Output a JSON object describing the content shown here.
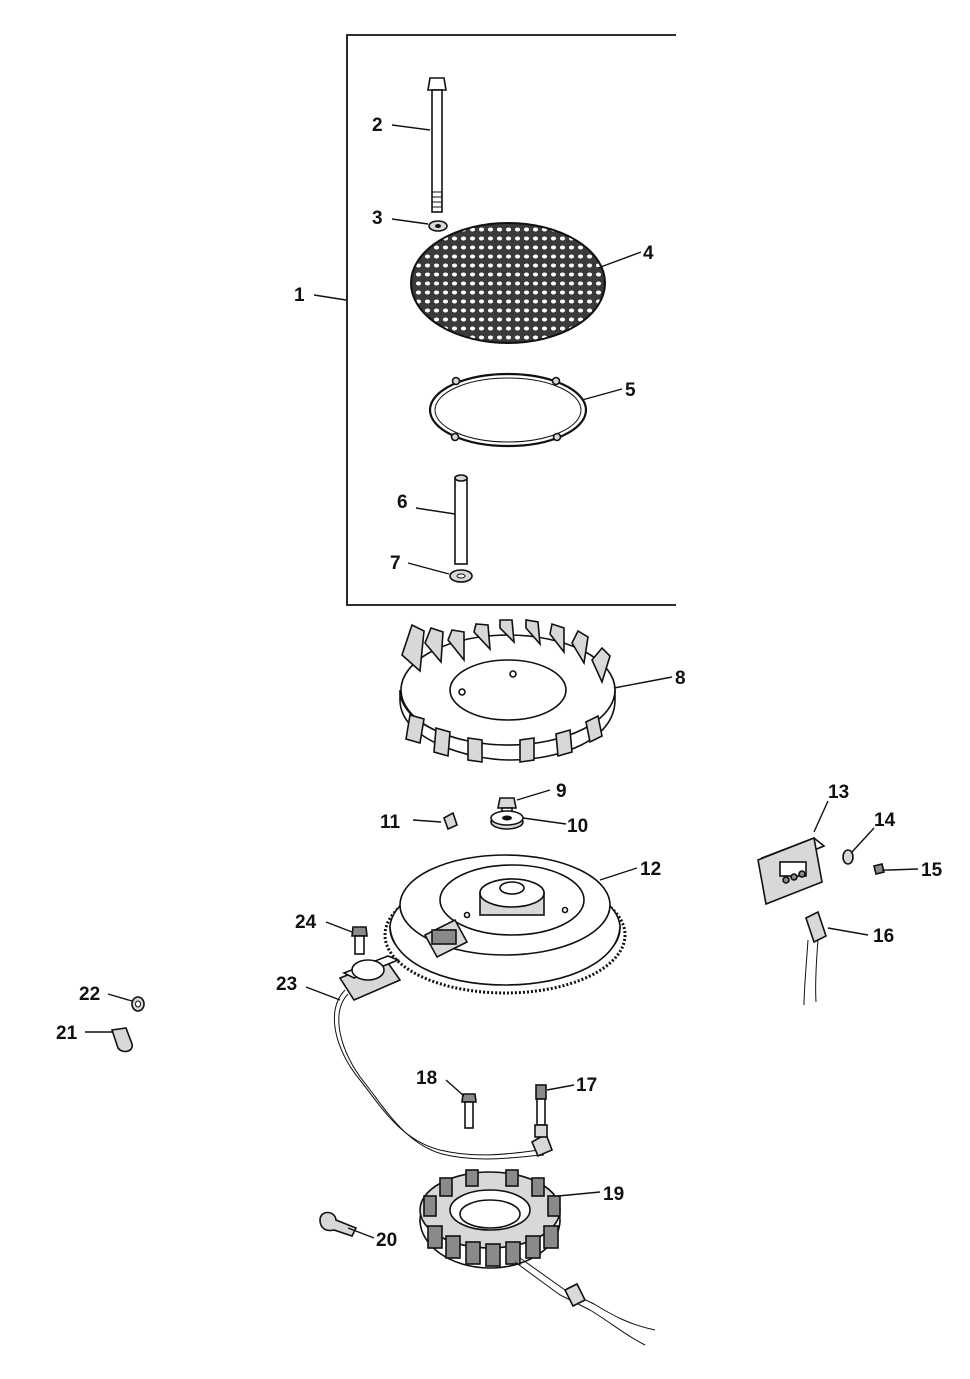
{
  "diagram": {
    "callouts": [
      {
        "id": "1",
        "text": "1"
      },
      {
        "id": "2",
        "text": "2"
      },
      {
        "id": "3",
        "text": "3"
      },
      {
        "id": "4",
        "text": "4"
      },
      {
        "id": "5",
        "text": "5"
      },
      {
        "id": "6",
        "text": "6"
      },
      {
        "id": "7",
        "text": "7"
      },
      {
        "id": "8",
        "text": "8"
      },
      {
        "id": "9",
        "text": "9"
      },
      {
        "id": "10",
        "text": "10"
      },
      {
        "id": "11",
        "text": "11"
      },
      {
        "id": "12",
        "text": "12"
      },
      {
        "id": "13",
        "text": "13"
      },
      {
        "id": "14",
        "text": "14"
      },
      {
        "id": "15",
        "text": "15"
      },
      {
        "id": "16",
        "text": "16"
      },
      {
        "id": "17",
        "text": "17"
      },
      {
        "id": "18",
        "text": "18"
      },
      {
        "id": "19",
        "text": "19"
      },
      {
        "id": "20",
        "text": "20"
      },
      {
        "id": "21",
        "text": "21"
      },
      {
        "id": "22",
        "text": "22"
      },
      {
        "id": "23",
        "text": "23"
      },
      {
        "id": "24",
        "text": "24"
      }
    ]
  }
}
